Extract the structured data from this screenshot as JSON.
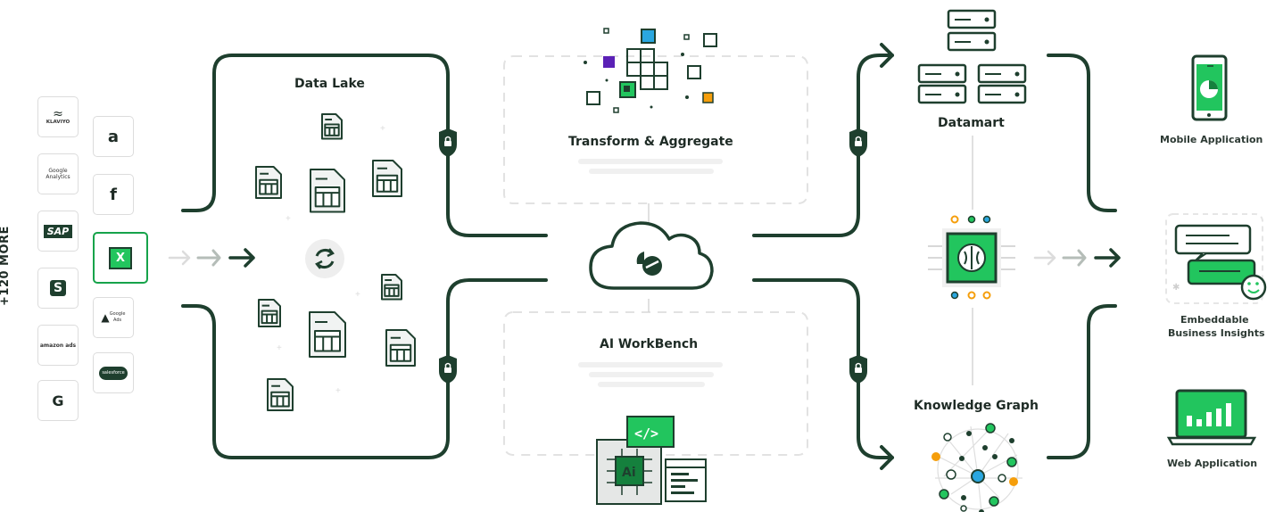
{
  "sources": {
    "more_label": "+120 MORE",
    "tiles": [
      {
        "id": "klaviyo",
        "text": "KLAVIYO"
      },
      {
        "id": "amazon",
        "text": "a"
      },
      {
        "id": "google-analytics",
        "text": "Google Analytics"
      },
      {
        "id": "facebook",
        "text": "f"
      },
      {
        "id": "sap",
        "text": "SAP"
      },
      {
        "id": "excel",
        "text": "X"
      },
      {
        "id": "shopify",
        "text": "S"
      },
      {
        "id": "google-ads",
        "text": "Google Ads"
      },
      {
        "id": "amazon-ads",
        "text": "amazon ads"
      },
      {
        "id": "salesforce",
        "text": "salesforce"
      },
      {
        "id": "google",
        "text": "G"
      }
    ]
  },
  "stages": {
    "data_lake": "Data Lake",
    "transform": "Transform & Aggregate",
    "ai_workbench": "AI WorkBench",
    "datamart": "Datamart",
    "knowledge_graph": "Knowledge Graph"
  },
  "outputs": {
    "mobile": "Mobile Application",
    "embeddable_line1": "Embeddable",
    "embeddable_line2": "Business Insights",
    "web": "Web Application"
  },
  "colors": {
    "line": "#1e3f2e",
    "accent": "#22c55e",
    "dark_green": "#15803d",
    "blue": "#2aa7e0",
    "purple": "#5b21b6",
    "orange": "#f59e0b"
  }
}
